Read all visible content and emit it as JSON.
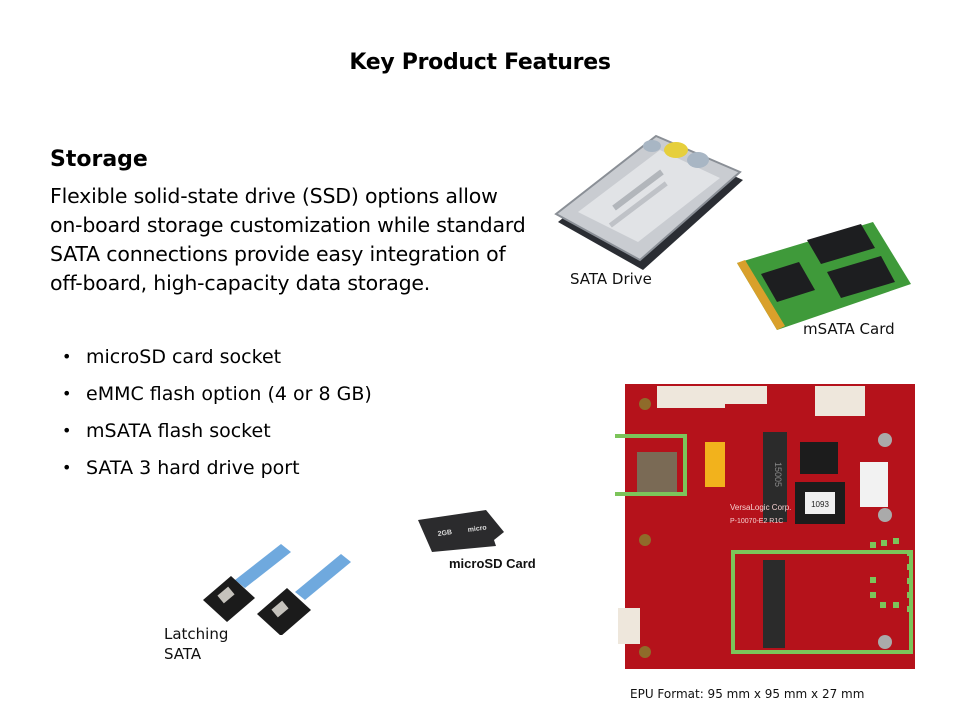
{
  "slide": {
    "title": "Key Product Features",
    "section_heading": "Storage",
    "body_paragraph": "Flexible solid-state drive (SSD) options allow on-board storage customization while standard SATA connections provide easy integration of off-board, high-capacity data storage.",
    "bullet_glyph": "•",
    "bullets": [
      "microSD card socket",
      "eMMC flash option (4 or 8 GB)",
      "mSATA flash socket",
      "SATA 3 hard drive port"
    ]
  },
  "images": {
    "sata_drive": {
      "caption": "SATA Drive"
    },
    "msata_card": {
      "caption": "mSATA Card"
    },
    "latching_sata": {
      "caption_line1": "Latching",
      "caption_line2": "SATA"
    },
    "microsd_card": {
      "caption": "microSD Card",
      "label_capacity": "2GB",
      "label_brand": "micro"
    },
    "board": {
      "caption": "EPU Format: 95 mm x 95 mm x 27 mm",
      "silkscreen_company": "VersaLogic Corp.",
      "silkscreen_part": "P-10070-E2 R1C",
      "chip_label": "1093",
      "socket_label": "15005",
      "highlight_color": "#7cc45a",
      "pcb_color": "#b5121b"
    }
  }
}
